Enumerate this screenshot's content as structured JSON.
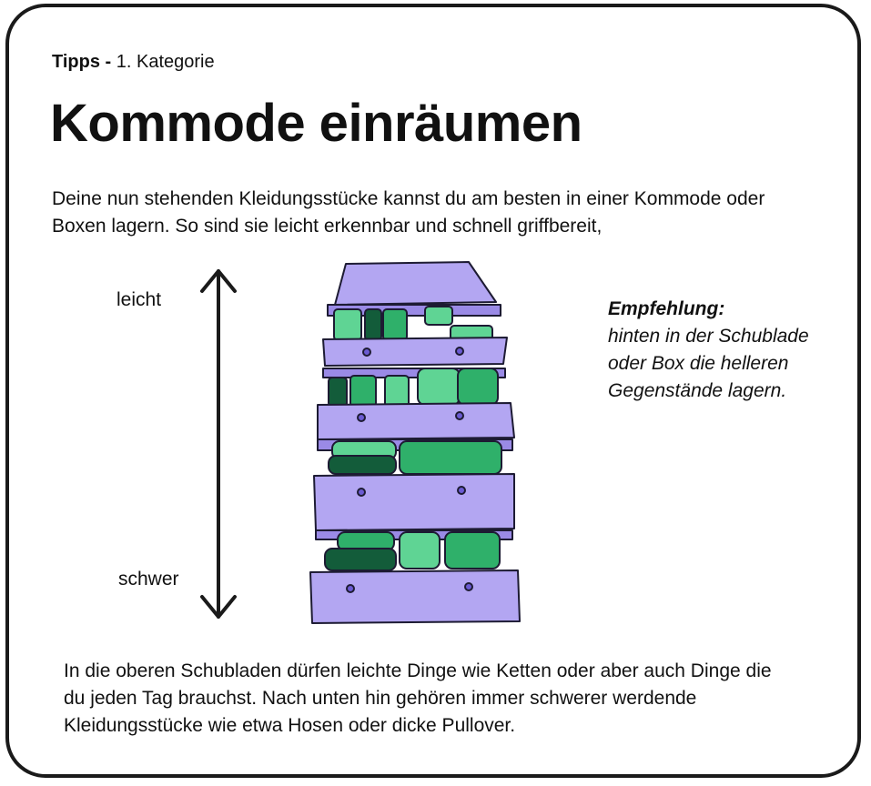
{
  "header": {
    "category_strong": "Tipps - ",
    "category_rest": "1. Kategorie",
    "title": "Kommode einräumen"
  },
  "intro_text": "Deine nun stehenden Kleidungsstücke kannst du am besten in einer Kommode oder Boxen lagern. So sind sie leicht erkennbar und schnell griffbereit,",
  "axis": {
    "top_label": "leicht",
    "bottom_label": "schwer"
  },
  "recommendation": {
    "heading": "Empfehlung:",
    "body": "hinten in der Schublade oder Box die helleren Gegenstände lagern."
  },
  "outro_text": "In die oberen Schubladen dürfen leichte Dinge wie Ketten oder aber auch Dinge die du jeden Tag brauchst. Nach unten hin gehören immer schwerer werdende Kleidungsstücke wie etwa Hosen oder dicke Pullover.",
  "colors": {
    "drawer": "#b3a6f2",
    "drawer_dark": "#9a8ae6",
    "outline": "#1d1b33",
    "green_light": "#5fd494",
    "green_mid": "#2fb06a",
    "green_dark": "#135c3a"
  }
}
